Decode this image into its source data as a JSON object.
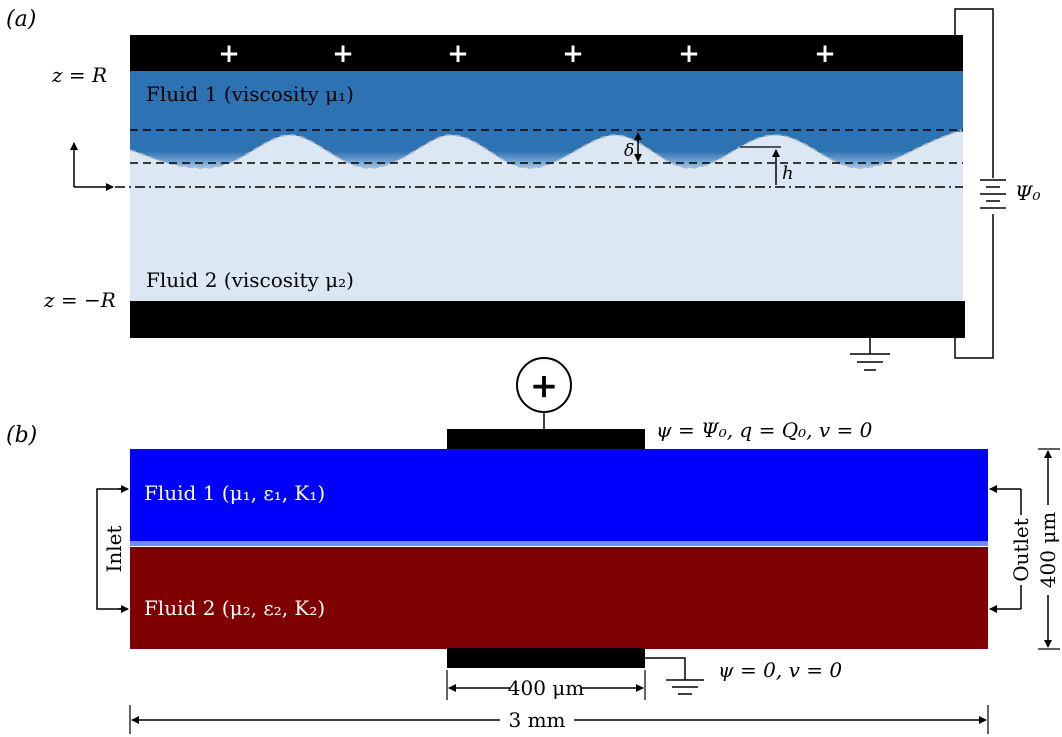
{
  "panel_a": {
    "tag": "(a)",
    "top_label": "z = R",
    "bottom_label": "z = −R",
    "fluid1": "Fluid 1 (viscosity μ₁)",
    "fluid2": "Fluid 2 (viscosity μ₂)",
    "delta": "δ",
    "h": "h",
    "battery": "Ψ₀",
    "plus": "+",
    "colors": {
      "fluid1": "#2d72b3",
      "fluid2": "#dbe7f3",
      "electrode": "#000000"
    }
  },
  "panel_b": {
    "tag": "(b)",
    "top_bc": "ψ = Ψ₀, q = Q₀, v = 0",
    "bottom_bc": "ψ = 0, v = 0",
    "fluid1": "Fluid 1 (μ₁, ε₁, K₁)",
    "fluid2": "Fluid 2 (μ₂, ε₂, K₂)",
    "inlet": "Inlet",
    "outlet": "Outlet",
    "height": "400 μm",
    "electrode_width": "400 μm",
    "length": "3 mm",
    "source_symbol": "+",
    "colors": {
      "fluid1": "#0000ff",
      "fluid2": "#7f0000",
      "electrode": "#000000"
    }
  }
}
